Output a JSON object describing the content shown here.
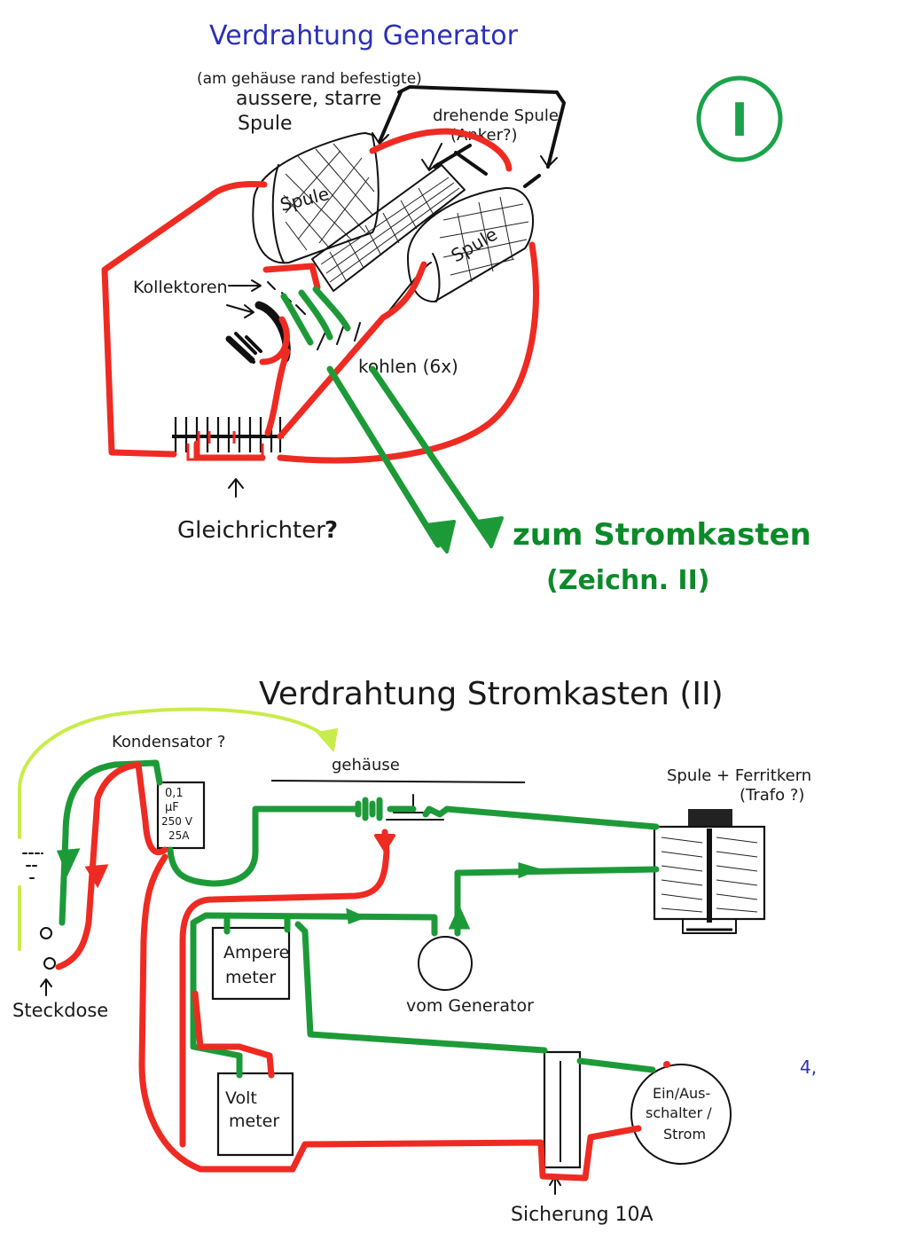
{
  "diagram_1": {
    "title": "Verdrahtung Generator",
    "marker": "I",
    "outer_coil_note": "(am gehäuse rand befestigte)",
    "outer_coil_label_1": "aussere, starre",
    "outer_coil_label_2": "Spule",
    "rotor_label_1": "drehende Spule",
    "rotor_label_2": "(Anker?)",
    "coil_left": "Spule",
    "coil_right": "Spule",
    "collectors": "Kollektoren",
    "brushes": "kohlen (6x)",
    "rectifier": "Gleichrichter",
    "rectifier_mark": "?",
    "to_box_1": "zum Stromkasten",
    "to_box_2": "(Zeichn. II)"
  },
  "diagram_2": {
    "title": "Verdrahtung Stromkasten (II)",
    "capacitor_label": "Kondensator ?",
    "capacitor_spec": [
      "0,1",
      "µF",
      "250 V",
      "25A"
    ],
    "housing": "gehäuse",
    "transformer_1": "Spule + Ferritkern",
    "transformer_2": "(Trafo ?)",
    "ammeter_1": "Ampere",
    "ammeter_2": "meter",
    "voltmeter_1": "Volt",
    "voltmeter_2": "meter",
    "from_generator": "vom Generator",
    "socket": "Steckdose",
    "switch_1": "Ein/Aus-",
    "switch_2": "schalter /",
    "switch_3": "Strom",
    "fuse": "Sicherung 10A",
    "corner_mark": "4,"
  },
  "colors": {
    "wire_positive": "#ee2b22",
    "wire_negative": "#1d9a38",
    "wire_ground": "#c8ec4a",
    "title_blue": "#2a2fb8",
    "marker_green": "#1aa34a"
  }
}
